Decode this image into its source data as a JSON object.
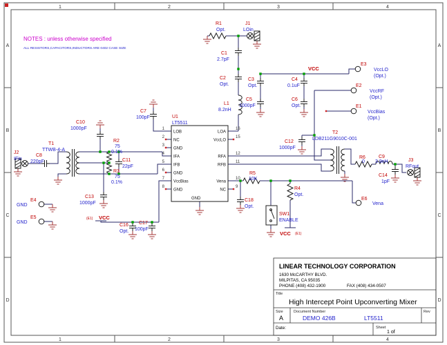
{
  "frame": {
    "zone_numbers": [
      "1",
      "2",
      "3",
      "4"
    ],
    "zone_letters": [
      "A",
      "B",
      "C",
      "D"
    ]
  },
  "notes": {
    "line1": "NOTES : unless otherwise specified",
    "line2": "ALL RESISTORS,CAPACITORS,INDUCTORS ARE 0402 CASE SIZE"
  },
  "nets": {
    "vcc": "VCC",
    "vcc_e1_prefix": "(E1)",
    "vcc_e1": "VCC",
    "vcc_sw": "VCC",
    "vcc_sw_suffix": "(E1)"
  },
  "parts": {
    "R1": {
      "ref": "R1",
      "value": "Opt."
    },
    "R2": {
      "ref": "R2",
      "value": "75",
      "tol": "0.1%"
    },
    "R3": {
      "ref": "R3",
      "value": "75",
      "tol": "0.1%"
    },
    "R4": {
      "ref": "R4",
      "value": "Opt."
    },
    "R5": {
      "ref": "R5",
      "value": "10K"
    },
    "R6": {
      "ref": "R6",
      "value": "0"
    },
    "C1": {
      "ref": "C1",
      "value": "2.7pF"
    },
    "C2": {
      "ref": "C2",
      "value": "Opt."
    },
    "C3": {
      "ref": "C3",
      "value": "Opt."
    },
    "C4": {
      "ref": "C4",
      "value": "0.1uF"
    },
    "C5": {
      "ref": "C5",
      "value": "1000pF"
    },
    "C6": {
      "ref": "C6",
      "value": "Opt."
    },
    "C7": {
      "ref": "C7",
      "value": "100pF"
    },
    "C8": {
      "ref": "C8",
      "value": "220pF"
    },
    "C9": {
      "ref": "C9",
      "value": "3.9nH"
    },
    "C10": {
      "ref": "C10",
      "value": "1000pF"
    },
    "C11": {
      "ref": "C11",
      "value": "22pF"
    },
    "C12": {
      "ref": "C12",
      "value": "1000pF"
    },
    "C13": {
      "ref": "C13",
      "value": "1000pF"
    },
    "C14": {
      "ref": "C14",
      "value": "1pF"
    },
    "C16": {
      "ref": "C16",
      "value": "Opt."
    },
    "C17": {
      "ref": "C17",
      "value": "100pF"
    },
    "C18": {
      "ref": "C18",
      "value": "Opt."
    },
    "L1": {
      "ref": "L1",
      "value": "8.2nH"
    },
    "T1": {
      "ref": "T1",
      "value": "TTWB-4-A"
    },
    "T2": {
      "ref": "T2",
      "value": "LDB211G9010C-001"
    },
    "SW1": {
      "ref": "SW1",
      "value": "ENABLE"
    },
    "J1": {
      "ref": "J1",
      "value": "LOin"
    },
    "J2": {
      "ref": "J2",
      "value": "IFin"
    },
    "J3": {
      "ref": "J3",
      "value": "RFout"
    },
    "E1": {
      "ref": "E1",
      "value": "VccBias",
      "note": "(Opt.)"
    },
    "E2": {
      "ref": "E2",
      "value": "VccRF",
      "note": "(Opt.)"
    },
    "E3": {
      "ref": "E3",
      "value": "VccLO",
      "note": "(Opt.)"
    },
    "E4": {
      "ref": "E4",
      "value": "GND"
    },
    "E5": {
      "ref": "E5",
      "value": "GND"
    },
    "E6": {
      "ref": "E6",
      "value": "Vena"
    }
  },
  "u1": {
    "ref": "U1",
    "part": "LT5511",
    "left_pins": [
      {
        "num": "1",
        "name": "LOB"
      },
      {
        "num": "2",
        "name": "NC"
      },
      {
        "num": "3",
        "name": "GND"
      },
      {
        "num": "4",
        "name": "IFA"
      },
      {
        "num": "5",
        "name": "IFB"
      },
      {
        "num": "6",
        "name": "GND"
      },
      {
        "num": "7",
        "name": "VccBias"
      },
      {
        "num": "8",
        "name": "GND"
      }
    ],
    "right_pins": [
      {
        "num": "16",
        "name": "LOA"
      },
      {
        "num": "15",
        "name": "VccLO"
      },
      {
        "num": "12",
        "name": "RFA"
      },
      {
        "num": "11",
        "name": "RFB"
      },
      {
        "num": "10",
        "name": "Vena"
      },
      {
        "num": "9",
        "name": "NC"
      }
    ],
    "bottom_pin": "GND"
  },
  "titleblock": {
    "company": "LINEAR TECHNOLOGY CORPORATION",
    "address1": "1630 McCARTHY BLVD.",
    "address2": "MILPITAS, CA 95035",
    "phone": "PHONE (408) 432-1900",
    "fax": "FAX (408) 434-0507",
    "title_label": "Title",
    "title": "High Intercept Point Upconverting Mixer",
    "size_label": "Size",
    "size": "A",
    "doc_label": "Document Number",
    "doc_number": "DEMO 426B",
    "doc_part": "LT5511",
    "rev_label": "Rev",
    "date_label": "Date:",
    "sheet_label": "Sheet",
    "sheet_value": "1 of"
  }
}
